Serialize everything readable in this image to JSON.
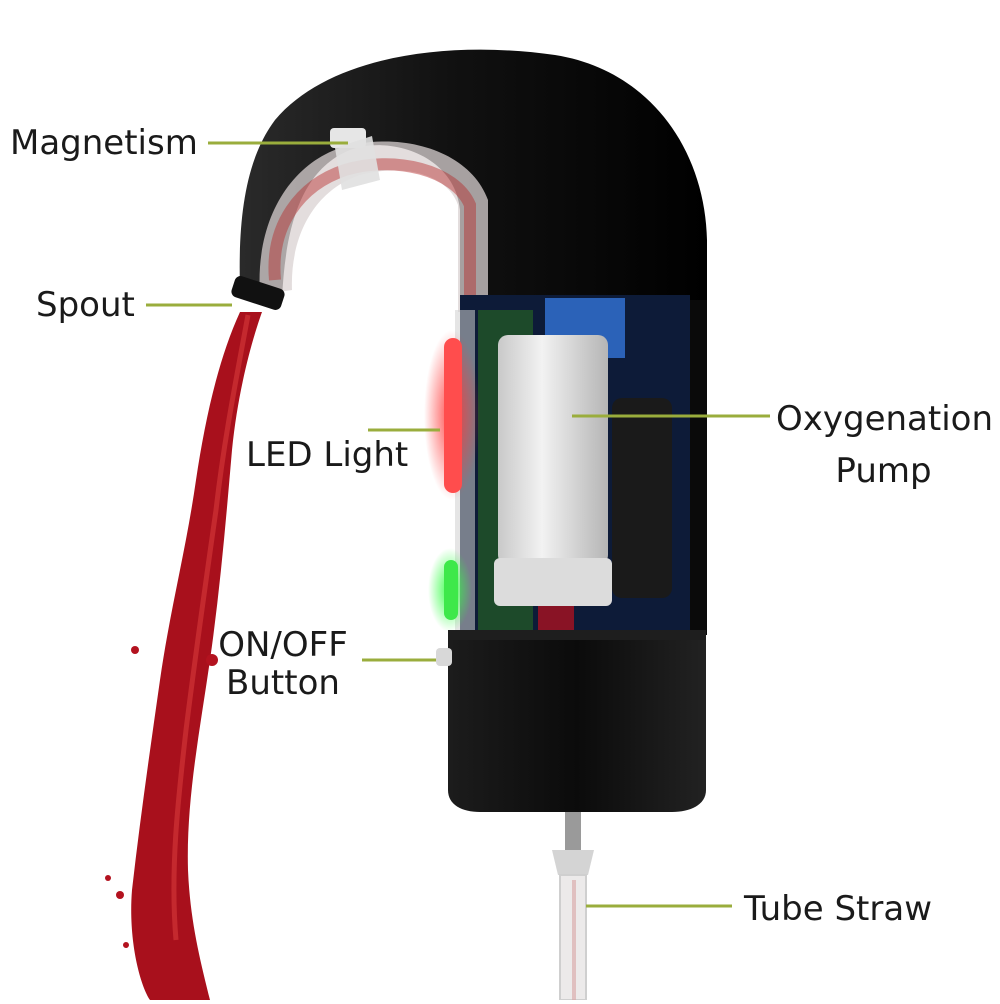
{
  "diagram": {
    "callout_color": "#9aad3c",
    "liquid_color": "#b3121f",
    "body_color": "#121212",
    "labels": {
      "magnetism": "Magnetism",
      "spout": "Spout",
      "led_light": "LED Light",
      "onoff_line1": "ON/OFF",
      "onoff_line2": "Button",
      "pump_line1": "Oxygenation",
      "pump_line2": "Pump",
      "tube_straw": "Tube Straw"
    }
  }
}
